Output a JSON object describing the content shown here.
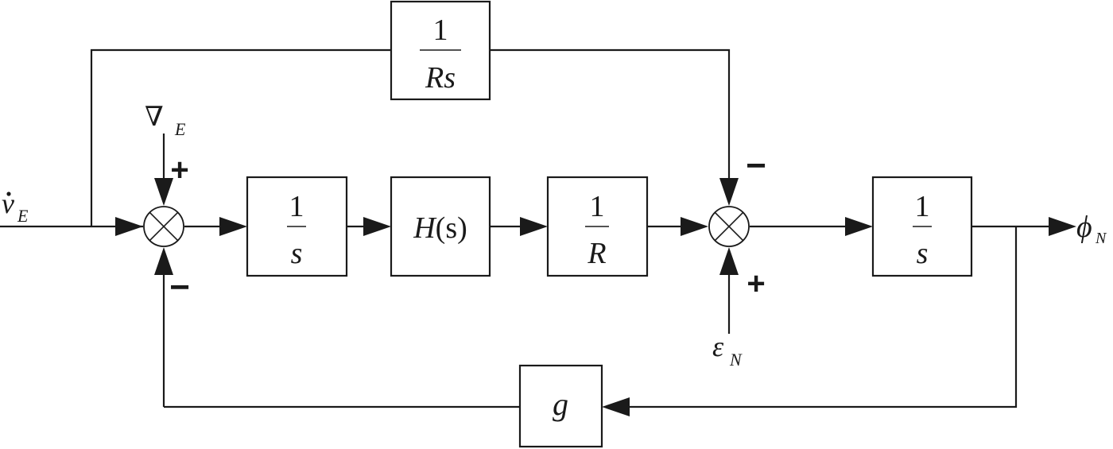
{
  "inputs": {
    "velocity_rate": {
      "symbol": "v",
      "subscript": "E"
    },
    "accel_bias": {
      "symbol": "∇",
      "subscript": "E"
    },
    "gyro_drift": {
      "symbol": "ε",
      "subscript": "N"
    }
  },
  "output": {
    "symbol": "ϕ",
    "subscript": "N"
  },
  "blocks": {
    "feedforward": {
      "numerator": "1",
      "denominator": "Rs"
    },
    "integrator_1": {
      "numerator": "1",
      "denominator": "s"
    },
    "filter": {
      "label_H": "H",
      "label_args": "(s)"
    },
    "inverse_radius": {
      "numerator": "1",
      "denominator": "R"
    },
    "integrator_2": {
      "numerator": "1",
      "denominator": "s"
    },
    "gravity": {
      "label": "g"
    }
  },
  "signs": {
    "sum1_bias": "+",
    "sum1_feedback": "−",
    "sum2_feedforward": "−",
    "sum2_drift": "+"
  }
}
